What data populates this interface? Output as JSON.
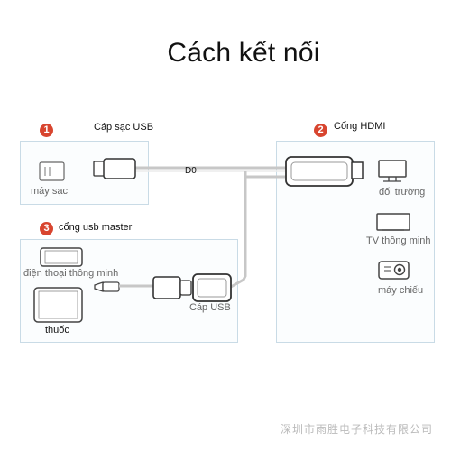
{
  "title": "Cách kết nối",
  "sections": [
    {
      "number": "1",
      "label": "Cáp sạc USB"
    },
    {
      "number": "2",
      "label": "Cổng HDMI"
    },
    {
      "number": "3",
      "label": "cổng usb master"
    }
  ],
  "left_top": {
    "charger_label": "máy sạc"
  },
  "right_panel": {
    "items": [
      {
        "label": "đối trường",
        "icon": "monitor-icon"
      },
      {
        "label": "TV thông minh",
        "icon": "tv-icon"
      },
      {
        "label": "máy chiếu",
        "icon": "projector-icon"
      }
    ]
  },
  "left_bottom": {
    "phone_label": "điện thoại thông minh",
    "tablet_label": "thuốc",
    "cable_label": "Cáp USB"
  },
  "cable_tag": "D0",
  "watermark": "深圳市雨胜电子科技有限公司"
}
